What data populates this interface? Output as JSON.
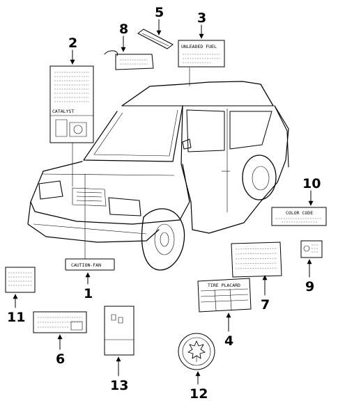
{
  "callouts": {
    "c1": "1",
    "c2": "2",
    "c3": "3",
    "c4": "4",
    "c5": "5",
    "c6": "6",
    "c7": "7",
    "c8": "8",
    "c9": "9",
    "c10": "10",
    "c11": "11",
    "c12": "12",
    "c13": "13"
  },
  "label_text": {
    "unleaded_fuel": "UNLEADED FUEL",
    "caution_fan": "CAUTION-FAN",
    "tire_placard": "TIRE PLACARD",
    "catalyst": "CATALYST",
    "color_code": "COLOR CODE"
  }
}
